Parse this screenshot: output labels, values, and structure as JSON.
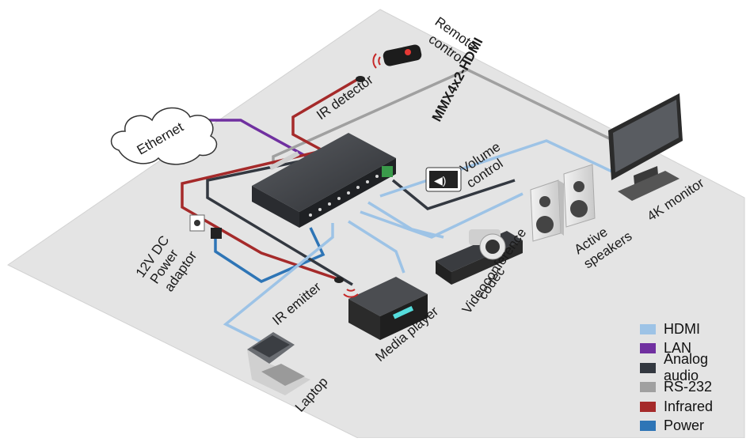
{
  "device": {
    "model": "MMX4x2-HDMI"
  },
  "components": {
    "ethernet": "Ethernet",
    "ir_detector": "IR detector",
    "remote_control": [
      "Remote",
      "control"
    ],
    "volume_control": [
      "Volume",
      "control"
    ],
    "monitor": "4K monitor",
    "speakers": [
      "Active",
      "speakers"
    ],
    "codec": [
      "Videoconference",
      "codec"
    ],
    "media_player": "Media player",
    "ir_emitter": "IR emitter",
    "laptop": "Laptop",
    "power_adaptor": [
      "12V DC",
      "Power",
      "adaptor"
    ]
  },
  "legend": [
    {
      "label": "HDMI",
      "color": "#9dc3e6"
    },
    {
      "label": "LAN",
      "color": "#7030a0"
    },
    {
      "label": "Analog audio",
      "color": "#333840"
    },
    {
      "label": "RS-232",
      "color": "#a0a0a0"
    },
    {
      "label": "Infrared",
      "color": "#a52a2a"
    },
    {
      "label": "Power",
      "color": "#2e75b6"
    }
  ]
}
